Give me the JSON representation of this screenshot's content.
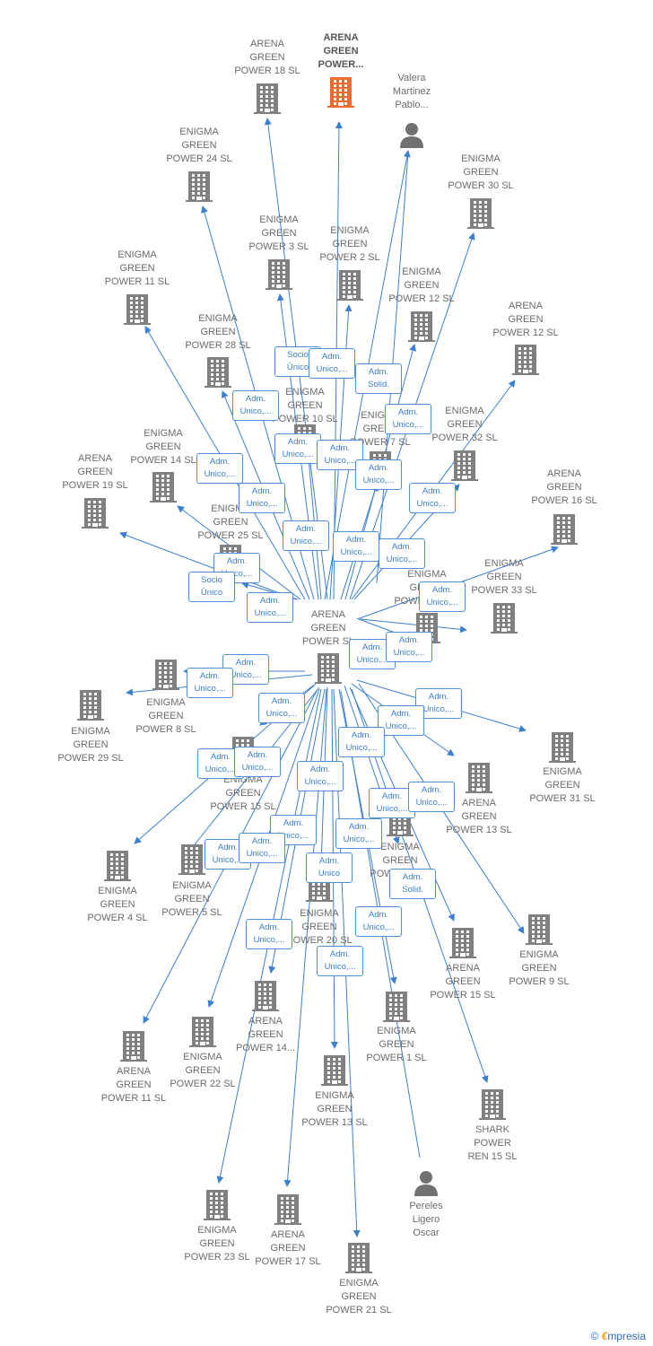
{
  "colors": {
    "edge": "#3a7fd0",
    "company_icon": "#808080",
    "focus_icon": "#f06a30",
    "person_icon": "#707070"
  },
  "nodes": [
    {
      "id": "n1",
      "kind": "company",
      "label": "ARENA\nGREEN\nPOWER 18  SL"
    },
    {
      "id": "n2",
      "kind": "focus",
      "label": "ARENA\nGREEN\nPOWER..."
    },
    {
      "id": "n3",
      "kind": "person",
      "label": "Valera\nMartinez\nPablo..."
    },
    {
      "id": "n4",
      "kind": "company",
      "label": "ENIGMA\nGREEN\nPOWER 24  SL"
    },
    {
      "id": "n5",
      "kind": "company",
      "label": "ENIGMA\nGREEN\nPOWER 30  SL"
    },
    {
      "id": "n6",
      "kind": "company",
      "label": "ENIGMA\nGREEN\nPOWER 3  SL"
    },
    {
      "id": "n7",
      "kind": "company",
      "label": "ENIGMA\nGREEN\nPOWER 2  SL"
    },
    {
      "id": "n8",
      "kind": "company",
      "label": "ENIGMA\nGREEN\nPOWER 11  SL"
    },
    {
      "id": "n9",
      "kind": "company",
      "label": "ENIGMA\nGREEN\nPOWER 12  SL"
    },
    {
      "id": "n10",
      "kind": "company",
      "label": "ARENA\nGREEN\nPOWER 12  SL"
    },
    {
      "id": "n11",
      "kind": "company",
      "label": "ENIGMA\nGREEN\nPOWER 28  SL"
    },
    {
      "id": "n12",
      "kind": "company",
      "label": "ENIGMA\nGREEN\nPOWER 10  SL"
    },
    {
      "id": "n13",
      "kind": "company",
      "label": "ENIGMA\nGREEN\nPOWER 7  SL"
    },
    {
      "id": "n14",
      "kind": "company",
      "label": "ENIGMA\nGREEN\nPOWER 32  SL"
    },
    {
      "id": "n15",
      "kind": "company",
      "label": "ENIGMA\nGREEN\nPOWER 14  SL"
    },
    {
      "id": "n16",
      "kind": "company",
      "label": "ARENA\nGREEN\nPOWER 19  SL"
    },
    {
      "id": "n17",
      "kind": "company",
      "label": "ARENA\nGREEN\nPOWER 16  SL"
    },
    {
      "id": "n18",
      "kind": "company",
      "label": "ENIGMA\nGREEN\nPOWER 25  SL"
    },
    {
      "id": "n19",
      "kind": "company",
      "label": "ENIGMA\nGREEN\nPOWER 33  SL"
    },
    {
      "id": "n20",
      "kind": "company",
      "label": "ENIGMA\nGREEN\nPOWER 26  SL"
    },
    {
      "id": "n21",
      "kind": "company",
      "label": "ARENA\nGREEN\nPOWER  SL"
    },
    {
      "id": "n22",
      "kind": "company",
      "label": "ENIGMA\nGREEN\nPOWER 8  SL"
    },
    {
      "id": "n23",
      "kind": "company",
      "label": "ENIGMA\nGREEN\nPOWER 29  SL"
    },
    {
      "id": "n24",
      "kind": "company",
      "label": "ENIGMA\nGREEN\nPOWER 31  SL"
    },
    {
      "id": "n25",
      "kind": "company",
      "label": "ENIGMA\nGREEN\nPOWER 15  SL"
    },
    {
      "id": "n26",
      "kind": "company",
      "label": "ARENA\nGREEN\nPOWER 13  SL"
    },
    {
      "id": "n27",
      "kind": "company",
      "label": "ENIGMA\nGREEN\nPOWER 6  SL"
    },
    {
      "id": "n28",
      "kind": "company",
      "label": "ENIGMA\nGREEN\nPOWER 4  SL"
    },
    {
      "id": "n29",
      "kind": "company",
      "label": "ENIGMA\nGREEN\nPOWER 5  SL"
    },
    {
      "id": "n30",
      "kind": "company",
      "label": "ENIGMA\nGREEN\nPOWER 20  SL"
    },
    {
      "id": "n31",
      "kind": "company",
      "label": "ARENA\nGREEN\nPOWER 15  SL"
    },
    {
      "id": "n32",
      "kind": "company",
      "label": "ENIGMA\nGREEN\nPOWER 9  SL"
    },
    {
      "id": "n33",
      "kind": "company",
      "label": "ARENA\nGREEN\nPOWER 14..."
    },
    {
      "id": "n34",
      "kind": "company",
      "label": "ENIGMA\nGREEN\nPOWER 1  SL"
    },
    {
      "id": "n35",
      "kind": "company",
      "label": "ARENA\nGREEN\nPOWER 11  SL"
    },
    {
      "id": "n36",
      "kind": "company",
      "label": "ENIGMA\nGREEN\nPOWER 22  SL"
    },
    {
      "id": "n37",
      "kind": "company",
      "label": "ENIGMA\nGREEN\nPOWER 13  SL"
    },
    {
      "id": "n38",
      "kind": "company",
      "label": "SHARK\nPOWER\nREN 15  SL"
    },
    {
      "id": "n39",
      "kind": "company",
      "label": "ENIGMA\nGREEN\nPOWER 23  SL"
    },
    {
      "id": "n40",
      "kind": "company",
      "label": "ARENA\nGREEN\nPOWER 17  SL"
    },
    {
      "id": "n41",
      "kind": "person",
      "label": "Pereles\nLigero\nOscar"
    },
    {
      "id": "n42",
      "kind": "company",
      "label": "ENIGMA\nGREEN\nPOWER 21  SL"
    }
  ],
  "edge_labels": [
    "Socio\nÚnico",
    "Adm.\nUnico,...",
    "Adm.\nSolid.",
    "Adm.\nUnico,...",
    "Adm.\nUnico,...",
    "Adm.\nUnico,...",
    "Adm.\nUnico,...",
    "Adm.\nUnico,...",
    "Adm.\nUnico,...",
    "Adm.\nUnico,...",
    "Adm.\nUnico,...",
    "Adm.\nUnico,...",
    "Adm.\nUnico,...",
    "Adm.\nUnico,...",
    "Adm.\nUnico,...",
    "Socio\nÚnico",
    "Adm.\nUnico,...",
    "Adm.\nUnico,...",
    "Adm.\nUnico,...",
    "Adm.\nUnico,...",
    "Adm.\nUnico,...",
    "Adm.\nUnico,...",
    "Adm.\nUnico,...",
    "Adm.\nUnico,...",
    "Adm.\nUnico,...",
    "Adm.\nUnico,...",
    "Adm.\nUnico,...",
    "Adm.\nUnico,...",
    "Adm.\nUnico,...",
    "Adm.\nUnico,...",
    "Adm.\nUnico,...",
    "Adm.\nUnico,...",
    "Adm.\nUnico,...",
    "Adm.\nUnico,...",
    "Adm.\nUnico,...",
    "Adm.\nUnico",
    "Adm.\nSolid.",
    "Adm.\nUnico,...",
    "Adm.\nUnico,...",
    "Adm.\nUnico,..."
  ],
  "brand": {
    "copyright": "©",
    "name_e": "€",
    "name_rest": "mpresia"
  }
}
